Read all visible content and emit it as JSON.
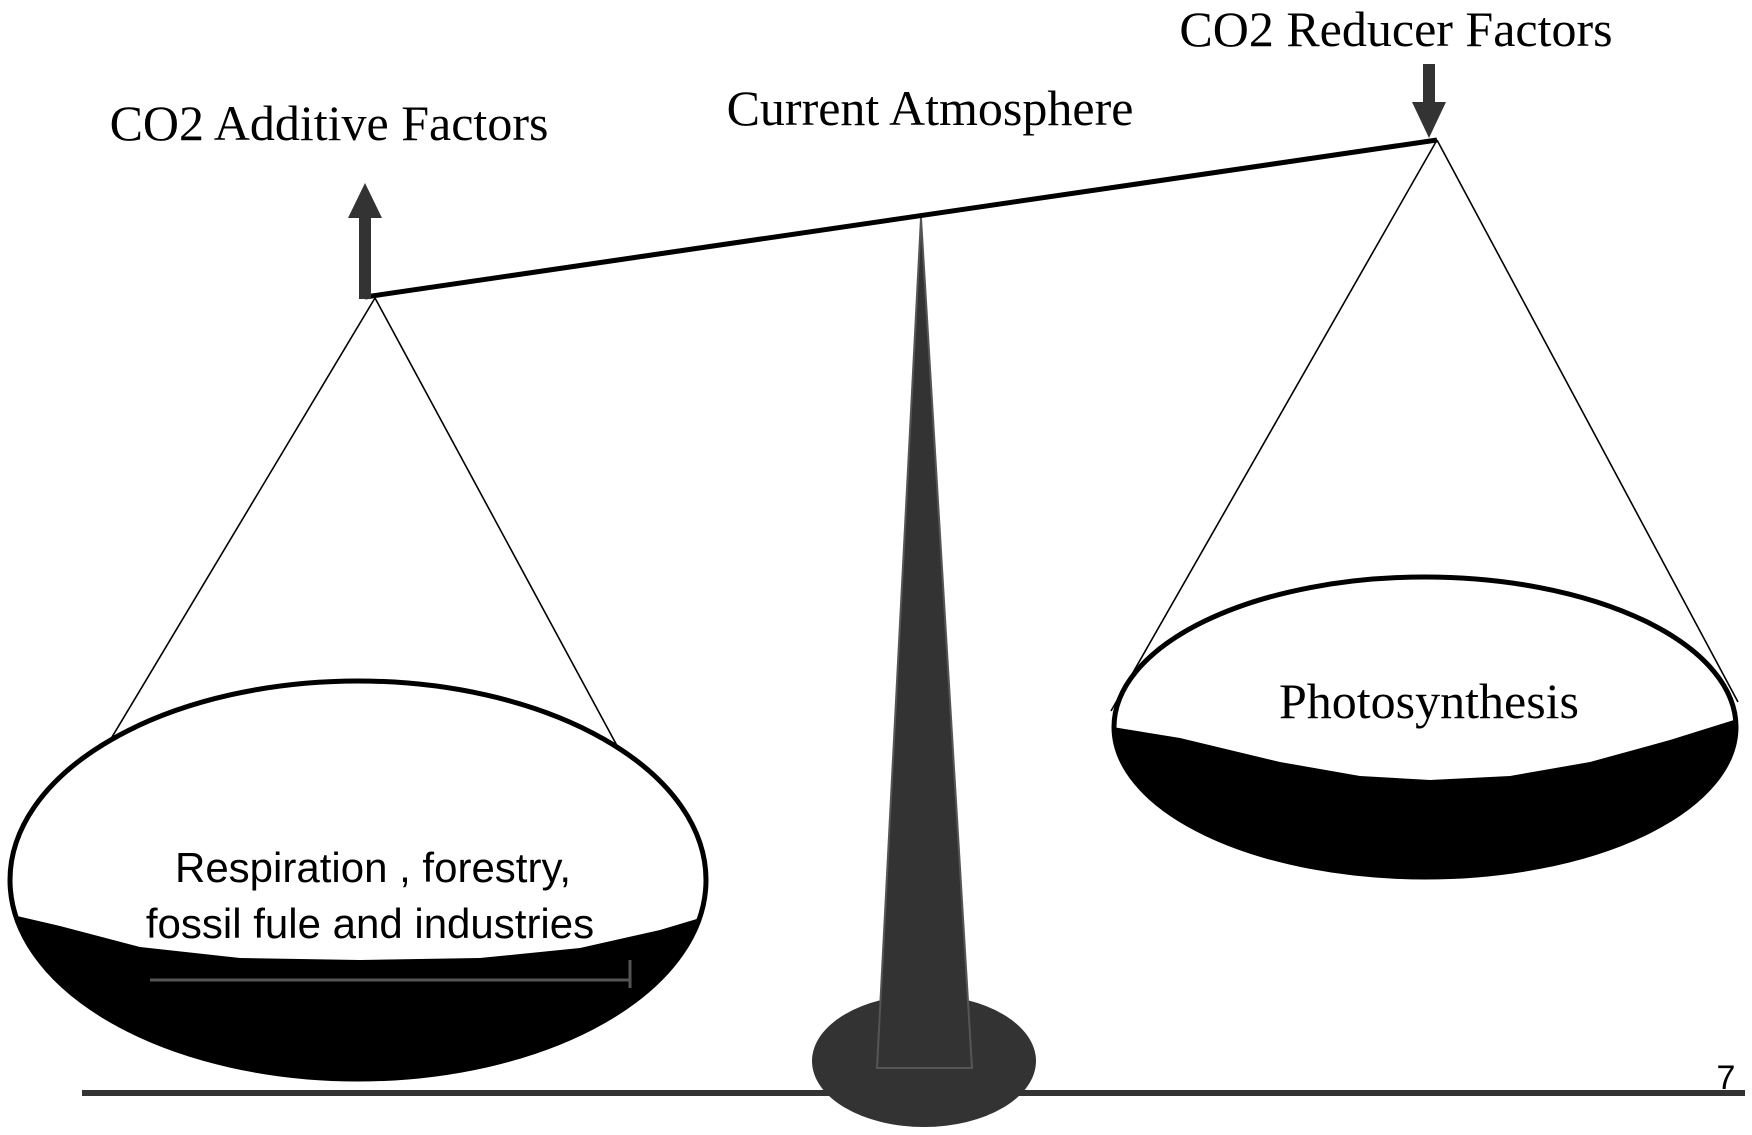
{
  "labels": {
    "additive": "CO2 Additive Factors",
    "atmosphere": "Current Atmosphere",
    "reducer": "CO2 Reducer Factors",
    "left_pan_line1": "Respiration , forestry,",
    "left_pan_line2": "fossil fule and industries",
    "right_pan": "Photosynthesis",
    "page_number": "7"
  },
  "icons": {
    "up_arrow": "up-arrow-icon",
    "down_arrow": "down-arrow-icon"
  },
  "colors": {
    "stand": "#333333",
    "pan_fill": "#000000",
    "ground_line": "#333333",
    "beam": "#000000"
  }
}
